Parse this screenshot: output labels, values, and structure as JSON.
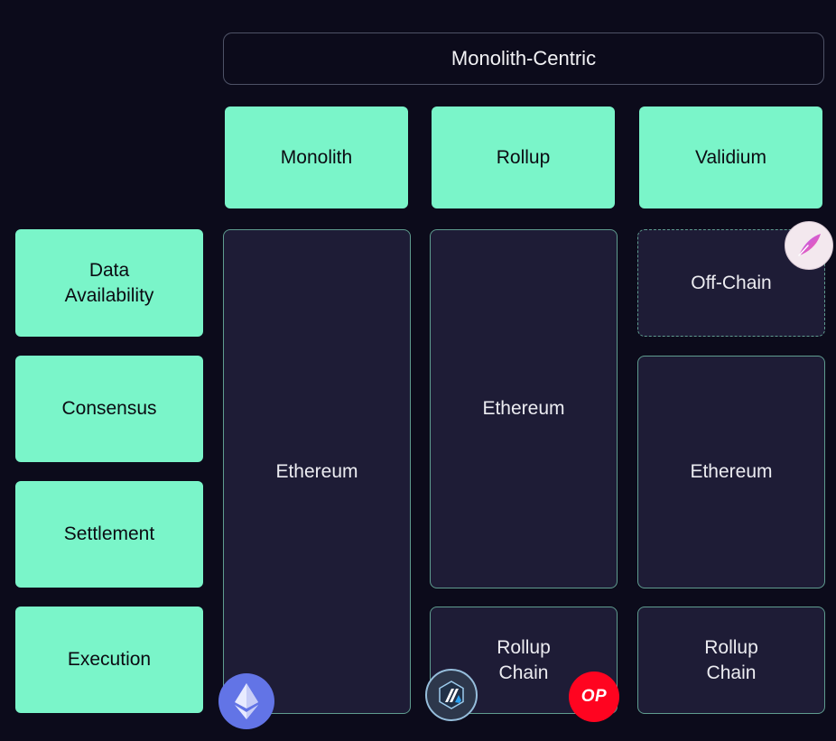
{
  "header": {
    "title": "Monolith-Centric"
  },
  "columns": [
    {
      "label": "Monolith"
    },
    {
      "label": "Rollup"
    },
    {
      "label": "Validium"
    }
  ],
  "layers": [
    {
      "label": "Data\nAvailability"
    },
    {
      "label": "Consensus"
    },
    {
      "label": "Settlement"
    },
    {
      "label": "Execution"
    }
  ],
  "cells": {
    "monolith_all": "Ethereum",
    "rollup_base": "Ethereum",
    "rollup_execution": "Rollup\nChain",
    "validium_da": "Off-Chain",
    "validium_base": "Ethereum",
    "validium_execution": "Rollup\nChain"
  },
  "logos": {
    "ethereum": {
      "icon": "ethereum-logo-icon",
      "color": "#6274e6"
    },
    "arbitrum": {
      "icon": "arbitrum-logo-icon",
      "color": "#2d374b"
    },
    "optimism": {
      "icon": "optimism-logo-icon",
      "text": "OP",
      "color": "#ff0420"
    },
    "validium_badge": {
      "icon": "quill-badge-icon",
      "color": "#f3e8ee"
    }
  },
  "colors": {
    "background": "#0c0b1b",
    "accent_green": "#7af5c9",
    "cell_fill": "#1e1c36",
    "cell_border": "#5f9c8f"
  }
}
